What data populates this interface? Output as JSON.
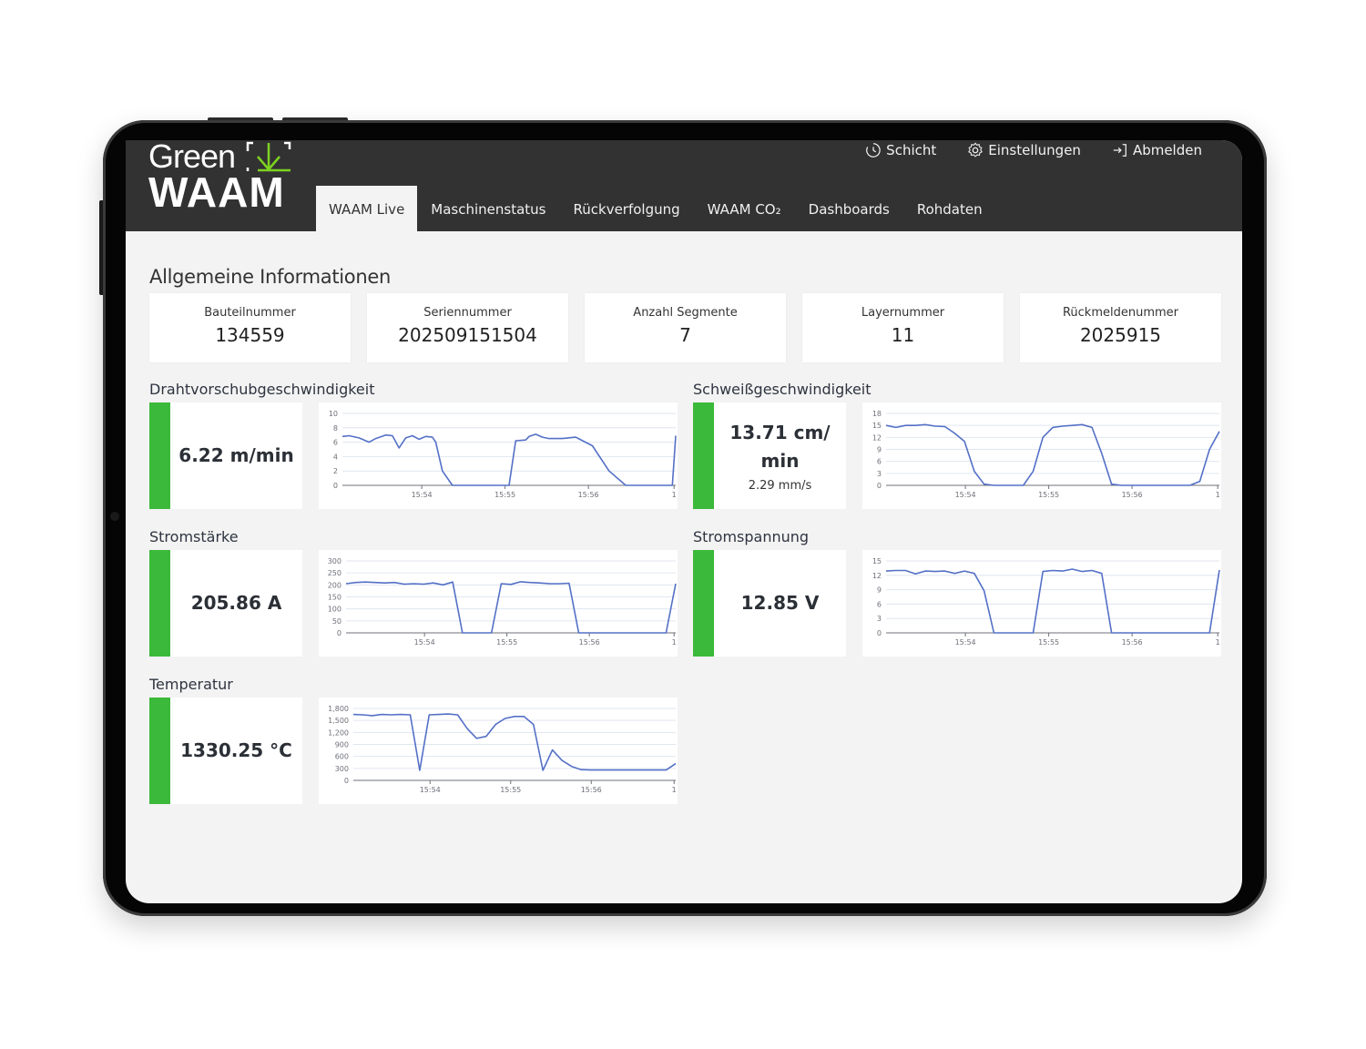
{
  "header": {
    "logo": {
      "line1": "Green",
      "line2": "WAAM"
    },
    "actions": [
      {
        "label": "Schicht",
        "icon": "clock-icon"
      },
      {
        "label": "Einstellungen",
        "icon": "gear-icon"
      },
      {
        "label": "Abmelden",
        "icon": "logout-icon"
      }
    ],
    "tabs": [
      {
        "label": "WAAM Live",
        "active": true
      },
      {
        "label": "Maschinenstatus"
      },
      {
        "label": "Rückverfolgung"
      },
      {
        "label": "WAAM CO₂"
      },
      {
        "label": "Dashboards"
      },
      {
        "label": "Rohdaten"
      }
    ]
  },
  "info": {
    "title": "Allgemeine Informationen",
    "cards": [
      {
        "label": "Bauteilnummer",
        "value": "134559"
      },
      {
        "label": "Seriennummer",
        "value": "202509151504"
      },
      {
        "label": "Anzahl Segmente",
        "value": "7"
      },
      {
        "label": "Layernummer",
        "value": "11"
      },
      {
        "label": "Rückmeldenummer",
        "value": "2025915"
      }
    ]
  },
  "metrics": [
    {
      "title": "Drahtvorschubgeschwindigkeit",
      "value_line1": "6.22 m/min",
      "value_line2": "",
      "sub": "",
      "status_color": "#3bb93a"
    },
    {
      "title": "Schweißgeschwindigkeit",
      "value_line1": "13.71 cm/",
      "value_line2": "min",
      "sub": "2.29 mm/s",
      "status_color": "#3bb93a"
    },
    {
      "title": "Stromstärke",
      "value_line1": "205.86 A",
      "value_line2": "",
      "sub": "",
      "status_color": "#3bb93a"
    },
    {
      "title": "Stromspannung",
      "value_line1": "12.85 V",
      "value_line2": "",
      "sub": "",
      "status_color": "#3bb93a"
    },
    {
      "title": "Temperatur",
      "value_line1": "1330.25 °C",
      "value_line2": "",
      "sub": "",
      "status_color": "#3bb93a"
    }
  ],
  "chart_data": [
    {
      "type": "line",
      "title": "Drahtvorschubgeschwindigkeit",
      "yticks": [
        "0",
        "2",
        "4",
        "6",
        "8",
        "10"
      ],
      "ylim": [
        0,
        10
      ],
      "xticks": [
        "15:54",
        "15:55",
        "15:56",
        "1"
      ],
      "x": [
        0,
        0.02,
        0.05,
        0.08,
        0.1,
        0.13,
        0.15,
        0.17,
        0.19,
        0.21,
        0.23,
        0.25,
        0.27,
        0.28,
        0.3,
        0.33,
        0.34,
        0.37,
        0.42,
        0.43,
        0.45,
        0.47,
        0.5,
        0.52,
        0.55,
        0.56,
        0.58,
        0.6,
        0.62,
        0.66,
        0.7,
        0.75,
        0.8,
        0.85,
        0.9,
        0.95,
        0.99,
        1.0
      ],
      "values": [
        6.8,
        6.9,
        6.6,
        6.0,
        6.5,
        7.0,
        6.9,
        5.2,
        6.6,
        6.9,
        6.4,
        6.8,
        6.7,
        6.0,
        2.0,
        0,
        0,
        0,
        0,
        0,
        0,
        0,
        0,
        6.2,
        6.3,
        6.8,
        7.1,
        6.7,
        6.5,
        6.5,
        6.7,
        5.5,
        2.0,
        0,
        0,
        0,
        0,
        6.9
      ],
      "color": "#5470c6"
    },
    {
      "type": "line",
      "title": "Schweißgeschwindigkeit",
      "yticks": [
        "0",
        "3",
        "6",
        "9",
        "12",
        "15",
        "18"
      ],
      "ylim": [
        0,
        18
      ],
      "xticks": [
        "15:54",
        "15:55",
        "15:56",
        "1"
      ],
      "values": [
        15.0,
        14.5,
        15.0,
        15.0,
        15.2,
        14.8,
        14.7,
        13.0,
        11,
        3.5,
        0.3,
        0,
        0,
        0,
        0,
        3.5,
        12,
        14.5,
        14.8,
        15.0,
        15.2,
        14.5,
        8,
        0.3,
        0,
        0,
        0,
        0,
        0,
        0,
        0,
        0,
        1.0,
        9.0,
        13.5
      ],
      "color": "#5470c6"
    },
    {
      "type": "line",
      "title": "Stromstärke",
      "yticks": [
        "0",
        "50",
        "100",
        "150",
        "200",
        "250",
        "300"
      ],
      "ylim": [
        0,
        300
      ],
      "xticks": [
        "15:54",
        "15:55",
        "15:56",
        "1"
      ],
      "values": [
        205,
        210,
        212,
        210,
        208,
        210,
        203,
        205,
        203,
        208,
        200,
        212,
        0,
        0,
        0,
        0,
        205,
        202,
        213,
        210,
        208,
        205,
        205,
        207,
        0,
        0,
        0,
        0,
        0,
        0,
        0,
        0,
        0,
        0,
        205
      ],
      "color": "#5470c6"
    },
    {
      "type": "line",
      "title": "Stromspannung",
      "yticks": [
        "0",
        "3",
        "6",
        "9",
        "12",
        "15"
      ],
      "ylim": [
        0,
        15
      ],
      "xticks": [
        "15:54",
        "15:55",
        "15:56",
        "1"
      ],
      "values": [
        12.9,
        13.0,
        13.0,
        12.3,
        12.9,
        12.8,
        12.9,
        12.4,
        12.9,
        12.4,
        8.8,
        0,
        0,
        0,
        0,
        0,
        12.8,
        13.0,
        12.9,
        13.3,
        12.8,
        13.0,
        12.4,
        0,
        0,
        0,
        0,
        0,
        0,
        0,
        0,
        0,
        0,
        0,
        13.1
      ],
      "color": "#5470c6"
    },
    {
      "type": "line",
      "title": "Temperatur",
      "yticks": [
        "0",
        "300",
        "600",
        "900",
        "1,200",
        "1,500",
        "1,800"
      ],
      "ylim": [
        0,
        1800
      ],
      "xticks": [
        "15:54",
        "15:55",
        "15:56",
        "1"
      ],
      "values": [
        1650,
        1640,
        1620,
        1650,
        1640,
        1650,
        1640,
        250,
        1640,
        1650,
        1660,
        1640,
        1300,
        1050,
        1100,
        1400,
        1550,
        1600,
        1600,
        1400,
        250,
        760,
        500,
        350,
        270,
        260,
        260,
        260,
        260,
        260,
        260,
        260,
        260,
        260,
        420
      ],
      "color": "#5470c6"
    }
  ]
}
